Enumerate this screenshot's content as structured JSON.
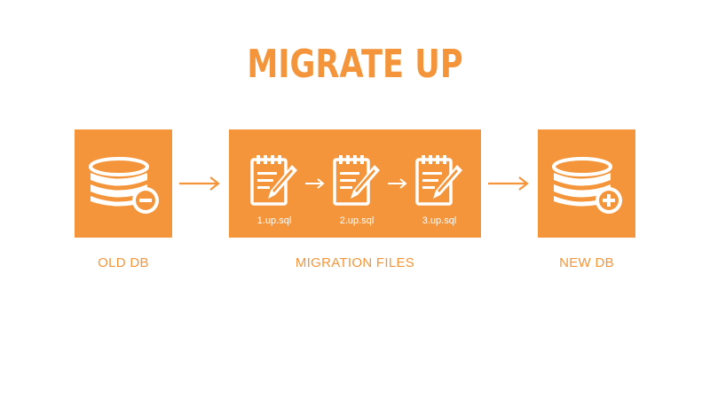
{
  "title": "MIGRATE UP",
  "colors": {
    "accent": "#f5953b",
    "icon": "#ffffff"
  },
  "nodes": {
    "old_db": {
      "label": "OLD DB",
      "icon": "database-minus-icon"
    },
    "migration_files": {
      "label": "MIGRATION FILES",
      "files": [
        "1.up.sql",
        "2.up.sql",
        "3.up.sql"
      ],
      "icon": "notepad-pencil-icon"
    },
    "new_db": {
      "label": "NEW DB",
      "icon": "database-plus-icon"
    }
  }
}
